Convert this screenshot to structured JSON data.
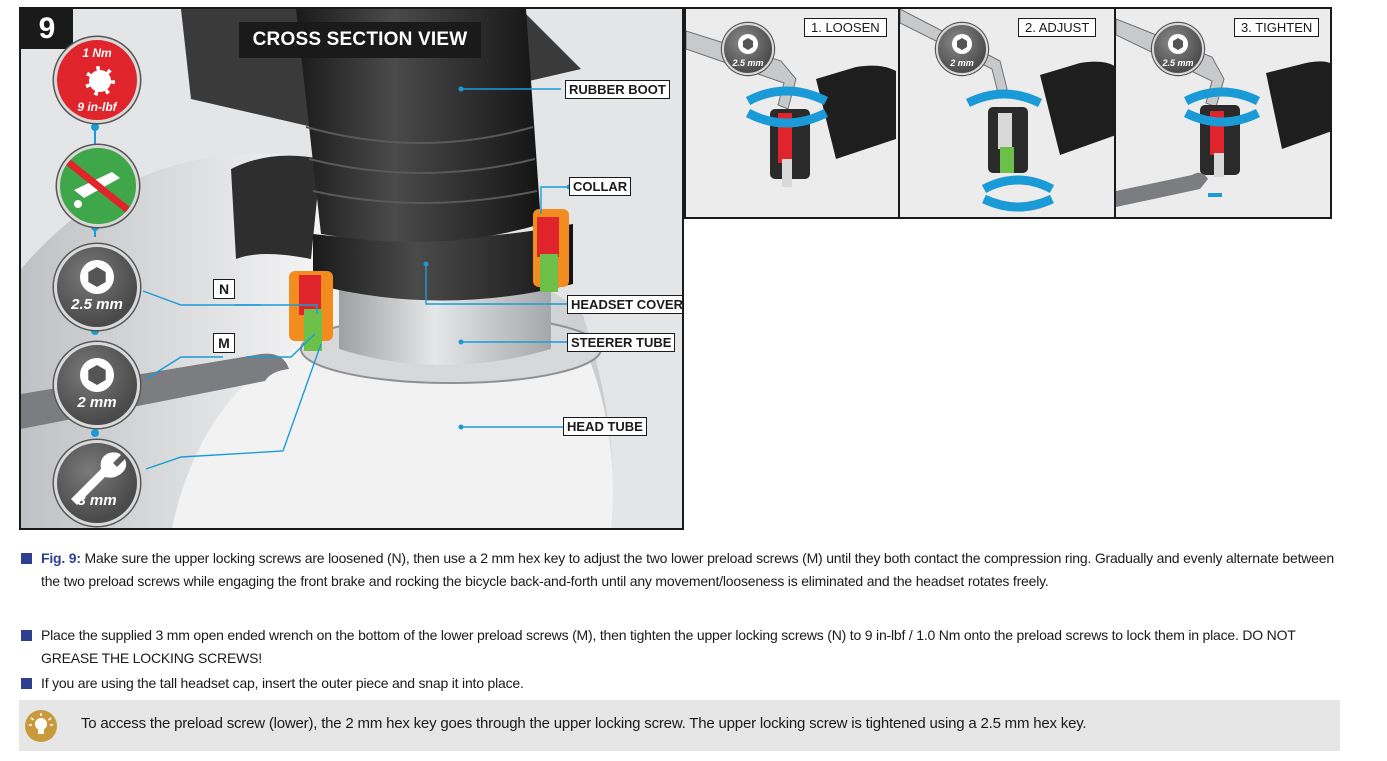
{
  "figure": {
    "step_number": "9",
    "title": "CROSS SECTION VIEW",
    "torque_badge": {
      "top": "1 Nm",
      "bottom": "9 in-lbf"
    },
    "no_grease_icon": "no-grease-icon",
    "callouts": {
      "rubber_boot": "RUBBER BOOT",
      "collar": "COLLAR",
      "headset_cover": "HEADSET COVER",
      "steerer_tube": "STEERER TUBE",
      "head_tube": "HEAD TUBE"
    },
    "screw_tags": {
      "n": "N",
      "m": "M"
    },
    "tools": [
      {
        "label": "2.5 mm",
        "icon": "hex-key-icon"
      },
      {
        "label": "2 mm",
        "icon": "hex-key-icon"
      },
      {
        "label": "3 mm",
        "icon": "wrench-icon"
      }
    ],
    "colors": {
      "blue_line": "#1a9bd7",
      "red_screw": "#e0242b",
      "green_screw": "#6cc04a",
      "orange_collar": "#f28c1e"
    }
  },
  "steps": [
    {
      "label": "1. LOOSEN",
      "key": "2.5 mm"
    },
    {
      "label": "2. ADJUST",
      "key": "2 mm"
    },
    {
      "label": "3. TIGHTEN",
      "key": "2.5 mm"
    }
  ],
  "instructions": {
    "bullet1_ref": "Fig. 9:",
    "bullet1_text": "Make sure the upper locking screws are loosened (N), then use a 2 mm hex key to adjust the two lower preload screws (M) until they both contact the compression ring. Gradually and evenly alternate between the two preload screws while engaging the front brake and rocking the bicycle back-and-forth until any movement/looseness is eliminated and the headset rotates freely.",
    "bullet2_text": "Place the supplied 3 mm open ended wrench on the bottom of the lower preload screws (M), then tighten the upper locking screws (N) to 9 in-lbf / 1.0 Nm onto the preload screws to lock them in place. DO NOT GREASE THE LOCKING SCREWS!",
    "bullet3_text": "If you are using the tall headset cap, insert the outer piece and snap it into place."
  },
  "tip": {
    "icon": "lightbulb-icon",
    "text": "To access the preload screw (lower), the 2 mm hex key goes through the upper locking screw. The upper locking screw is tightened using a 2.5 mm hex key."
  }
}
